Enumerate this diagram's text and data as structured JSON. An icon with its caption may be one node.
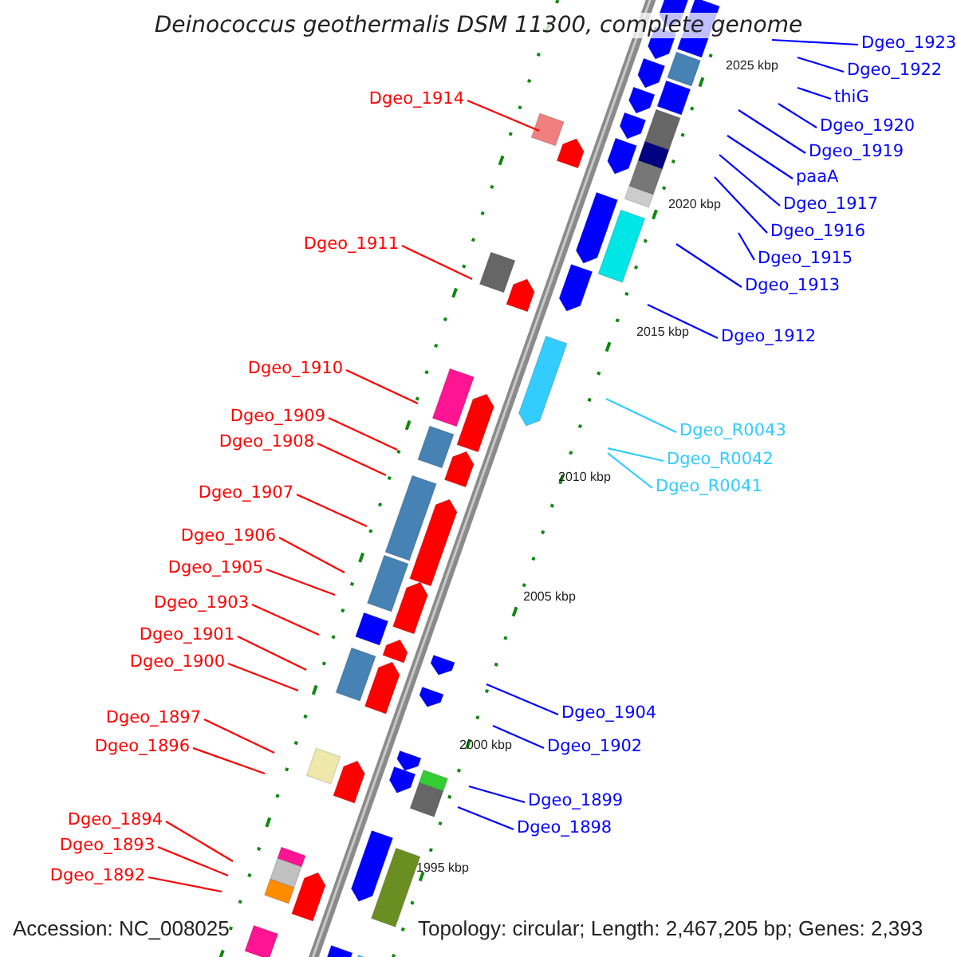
{
  "diagram": {
    "title": "Deinococcus geothermalis DSM 11300, complete genome",
    "nodes": [
      {
        "text": [
          "Dgeo_1923"
        ]
      },
      {
        "text": [
          "Dgeo_1922"
        ]
      },
      {
        "text": [
          "thiG"
        ]
      },
      {
        "text": [
          "Dgeo_1914"
        ]
      },
      {
        "text": [
          "Dgeo_1920"
        ]
      },
      {
        "text": [
          "Dgeo_1919"
        ]
      },
      {
        "text": [
          "paaA"
        ]
      },
      {
        "text": [
          "Dgeo_1917"
        ]
      },
      {
        "text": [
          "Dgeo_1916"
        ]
      },
      {
        "text": [
          "Dgeo_1911"
        ]
      },
      {
        "text": [
          "Dgeo_1915"
        ]
      },
      {
        "text": [
          "Dgeo_1913"
        ]
      },
      {
        "text": [
          "Dgeo_1912"
        ]
      },
      {
        "text": [
          "Dgeo_1910"
        ]
      },
      {
        "text": [
          "Dgeo_1909"
        ]
      },
      {
        "text": [
          "Dgeo_R0043"
        ]
      },
      {
        "text": [
          "Dgeo_1908"
        ]
      },
      {
        "text": [
          "Dgeo_R0042"
        ]
      },
      {
        "text": [
          "Dgeo_R0041"
        ]
      },
      {
        "text": [
          "Dgeo_1907"
        ]
      },
      {
        "text": [
          "Dgeo_1906"
        ]
      },
      {
        "text": [
          "Dgeo_1905"
        ]
      },
      {
        "text": [
          "Dgeo_1903"
        ]
      },
      {
        "text": [
          "Dgeo_1901"
        ]
      },
      {
        "text": [
          "Dgeo_1900"
        ]
      },
      {
        "text": [
          "Dgeo_1904"
        ]
      },
      {
        "text": [
          "Dgeo_1897"
        ]
      },
      {
        "text": [
          "Dgeo_1902"
        ]
      },
      {
        "text": [
          "Dgeo_1896"
        ]
      },
      {
        "text": [
          "Dgeo_1899"
        ]
      },
      {
        "text": [
          "Dgeo_1898"
        ]
      },
      {
        "text": [
          "Dgeo_1894"
        ]
      },
      {
        "text": [
          "Dgeo_1893"
        ]
      },
      {
        "text": [
          "Dgeo_1892"
        ]
      }
    ],
    "edges": [
      {
        "from": 0,
        "to": null,
        "arrow": "none",
        "color": "#0000ff"
      },
      {
        "from": 1,
        "to": null,
        "arrow": "none",
        "color": "#0000ff"
      },
      {
        "from": 2,
        "to": null,
        "arrow": "none",
        "color": "#0000ff"
      },
      {
        "from": 3,
        "to": null,
        "arrow": "none"
      },
      {
        "from": 4,
        "to": null,
        "arrow": "none",
        "color": "#0000ff"
      },
      {
        "from": 5,
        "to": null,
        "arrow": "none",
        "color": "#0000ff"
      },
      {
        "from": 6,
        "to": null,
        "arrow": "none",
        "color": "#0000ff"
      },
      {
        "from": 7,
        "to": null,
        "arrow": "none",
        "color": "#0000ff"
      },
      {
        "from": 8,
        "to": null,
        "arrow": "none",
        "color": "#0000ff"
      },
      {
        "from": 9,
        "to": null,
        "arrow": "none"
      },
      {
        "from": 10,
        "to": null,
        "arrow": "none",
        "color": "#0000ff"
      },
      {
        "from": 11,
        "to": null,
        "arrow": "none",
        "color": "#0000ff"
      },
      {
        "from": 12,
        "to": null,
        "arrow": "none",
        "color": "#0000ff"
      },
      {
        "from": 13,
        "to": null,
        "arrow": "none"
      },
      {
        "from": 14,
        "to": null,
        "arrow": "none"
      },
      {
        "from": 15,
        "to": null,
        "arrow": "none",
        "color": "#33ccff"
      },
      {
        "from": 16,
        "to": null,
        "arrow": "none"
      },
      {
        "from": 17,
        "to": null,
        "arrow": "none",
        "color": "#33ccff"
      },
      {
        "from": 18,
        "to": null,
        "arrow": "none",
        "color": "#33ccff"
      },
      {
        "from": 19,
        "to": null,
        "arrow": "none"
      },
      {
        "from": 20,
        "to": null,
        "arrow": "none"
      },
      {
        "from": 21,
        "to": null,
        "arrow": "none"
      },
      {
        "from": 22,
        "to": null,
        "arrow": "none"
      },
      {
        "from": 23,
        "to": null,
        "arrow": "none"
      },
      {
        "from": 24,
        "to": null,
        "arrow": "none"
      },
      {
        "from": 25,
        "to": null,
        "arrow": "none",
        "color": "#0000ff"
      },
      {
        "from": 26,
        "to": null,
        "arrow": "none"
      },
      {
        "from": 27,
        "to": null,
        "arrow": "none",
        "color": "#0000ff"
      },
      {
        "from": 28,
        "to": null,
        "arrow": "none"
      },
      {
        "from": 29,
        "to": null,
        "arrow": "none",
        "color": "#0000ff"
      },
      {
        "from": 30,
        "to": null,
        "arrow": "none",
        "color": "#0000ff"
      },
      {
        "from": 31,
        "to": null,
        "arrow": "none"
      },
      {
        "from": 32,
        "to": null,
        "arrow": "none"
      },
      {
        "from": 33,
        "to": null,
        "arrow": "none"
      }
    ],
    "labels": [
      "2025 kbp",
      "2020 kbp",
      "2015 kbp",
      "2010 kbp",
      "2005 kbp",
      "2000 kbp",
      "1995 kbp",
      "Accession: NC_008025",
      "Topology: circular; Length: 2,467,205 bp; Genes: 2,393"
    ]
  }
}
